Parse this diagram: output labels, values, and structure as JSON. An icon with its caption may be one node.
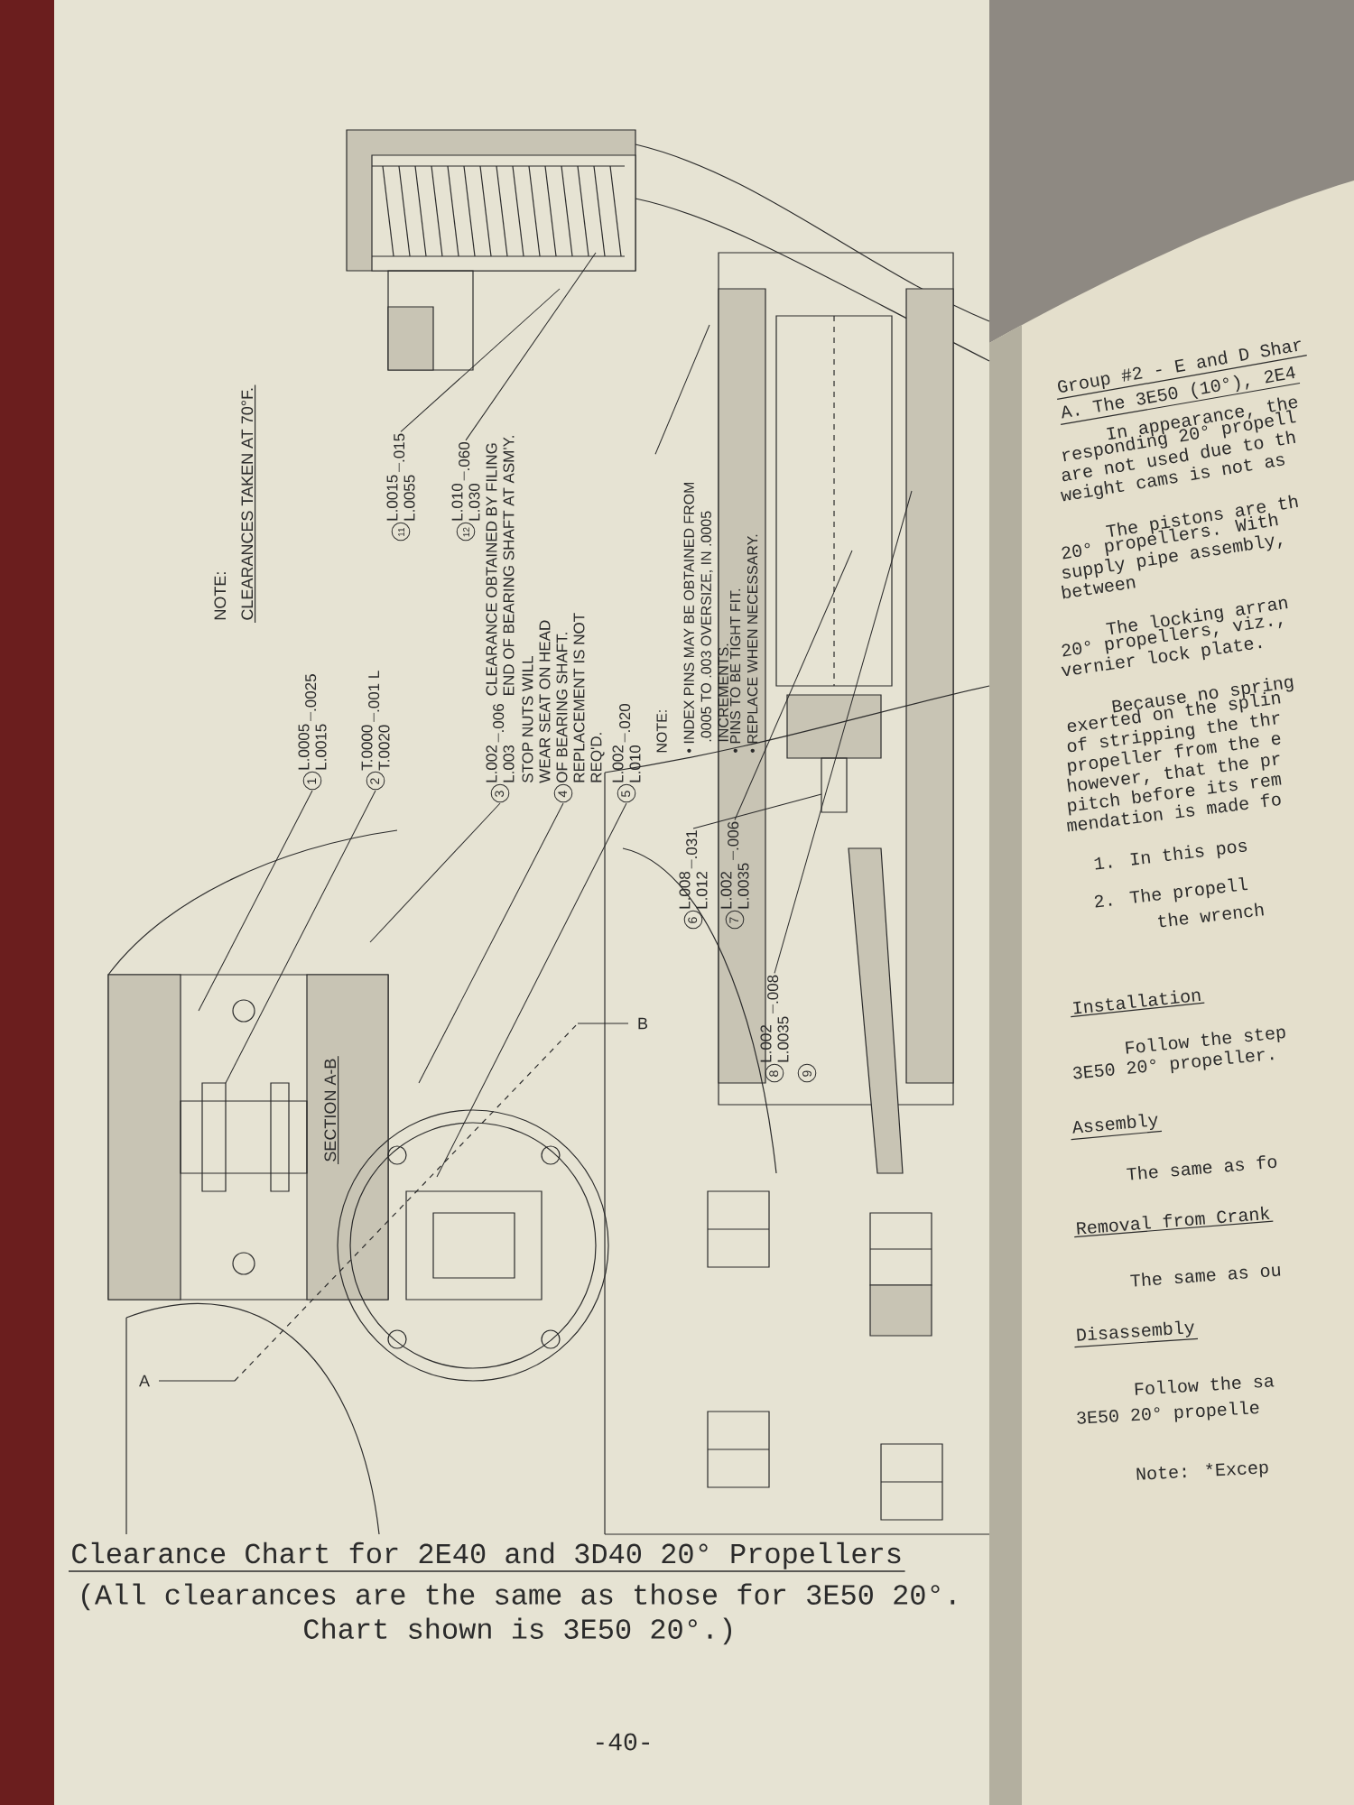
{
  "diagram": {
    "title": "Clearance Chart for 2E40 and 3D40  20° Propellers",
    "caption": "(All clearances are the same as those for 3E50 20°. Chart shown is 3E50 20°.)",
    "nodes": [
      {
        "text": [
          "11",
          "L.0015",
          "L.0055",
          ".015"
        ]
      },
      {
        "text": [
          "12",
          "L.010",
          "L.030",
          ".060"
        ]
      },
      {
        "text": [
          "1",
          "L.0005",
          "L.0015",
          ".0025"
        ]
      },
      {
        "text": [
          "2",
          "T.0000",
          "T.0020",
          ".001 L"
        ]
      },
      {
        "text": [
          "3",
          "L.002",
          "L.003",
          ".006",
          "CLEARANCE OBTAINED BY FILING END OF BEARING SHAFT AT ASM'Y."
        ]
      },
      {
        "text": [
          "4",
          "STOP NUTS WILL WEAR SEAT ON HEAD OF BEARING SHAFT. REPLACEMENT IS NOT REQ'D."
        ]
      },
      {
        "text": [
          "5",
          "L.002",
          "L.010",
          ".020"
        ]
      },
      {
        "text": [
          "NOTE:",
          "• INDEX PINS MAY BE OBTAINED FROM .0005 TO .003 OVERSIZE, IN .0005 INCREMENTS.",
          "• PINS TO BE TIGHT FIT.",
          "• REPLACE WHEN NECESSARY."
        ]
      },
      {
        "text": [
          "6",
          "L.008",
          "L.012",
          ".031"
        ]
      },
      {
        "text": [
          "7",
          "L.002",
          "L.0035",
          ".006"
        ]
      },
      {
        "text": [
          "8",
          "L.002",
          "L.0035",
          ".008"
        ]
      }
    ],
    "edges": [
      {
        "from": 0,
        "to": null,
        "arrow": "none"
      },
      {
        "from": 1,
        "to": null,
        "arrow": "none"
      },
      {
        "from": 2,
        "to": null,
        "arrow": "none"
      },
      {
        "from": 3,
        "to": null,
        "arrow": "none"
      },
      {
        "from": 4,
        "to": null,
        "arrow": "none"
      },
      {
        "from": 5,
        "to": null,
        "arrow": "none"
      },
      {
        "from": 6,
        "to": null,
        "arrow": "none"
      },
      {
        "from": 7,
        "to": null,
        "arrow": "none"
      },
      {
        "from": 8,
        "to": null,
        "arrow": "none"
      },
      {
        "from": 9,
        "to": null,
        "arrow": "none"
      },
      {
        "from": 10,
        "to": null,
        "arrow": "none"
      }
    ],
    "labels": [
      "NOTE:",
      "CLEARANCES TAKEN AT 70°F.",
      "SECTION A-B",
      "A",
      "B",
      "9",
      "Group #2 - E and D Shar",
      "A. The 3E50 (10°), 2E4",
      "In appearance, the",
      "responding 20° propell",
      "are not used due to th",
      "weight cams is not as",
      "The pistons are th",
      "20° propellers.  With",
      "supply pipe assembly,",
      "between",
      "The locking arran",
      "20° propellers, viz.,",
      "vernier lock plate.",
      "Because no spring",
      "exerted on the splin",
      "of stripping the thr",
      "propeller from the e",
      "however, that the pr",
      "pitch before its rem",
      "mendation is made fo",
      "1.  In this pos",
      "2.  The propell",
      "the wrench",
      "Installation",
      "Follow the step",
      "3E50 20° propeller.",
      "Assembly",
      "The same as fo",
      "Removal from Crank",
      "The same as ou",
      "Disassembly",
      "Follow the sa",
      "3E50 20° propelle",
      "Note:  *Excep",
      "-40-"
    ]
  }
}
